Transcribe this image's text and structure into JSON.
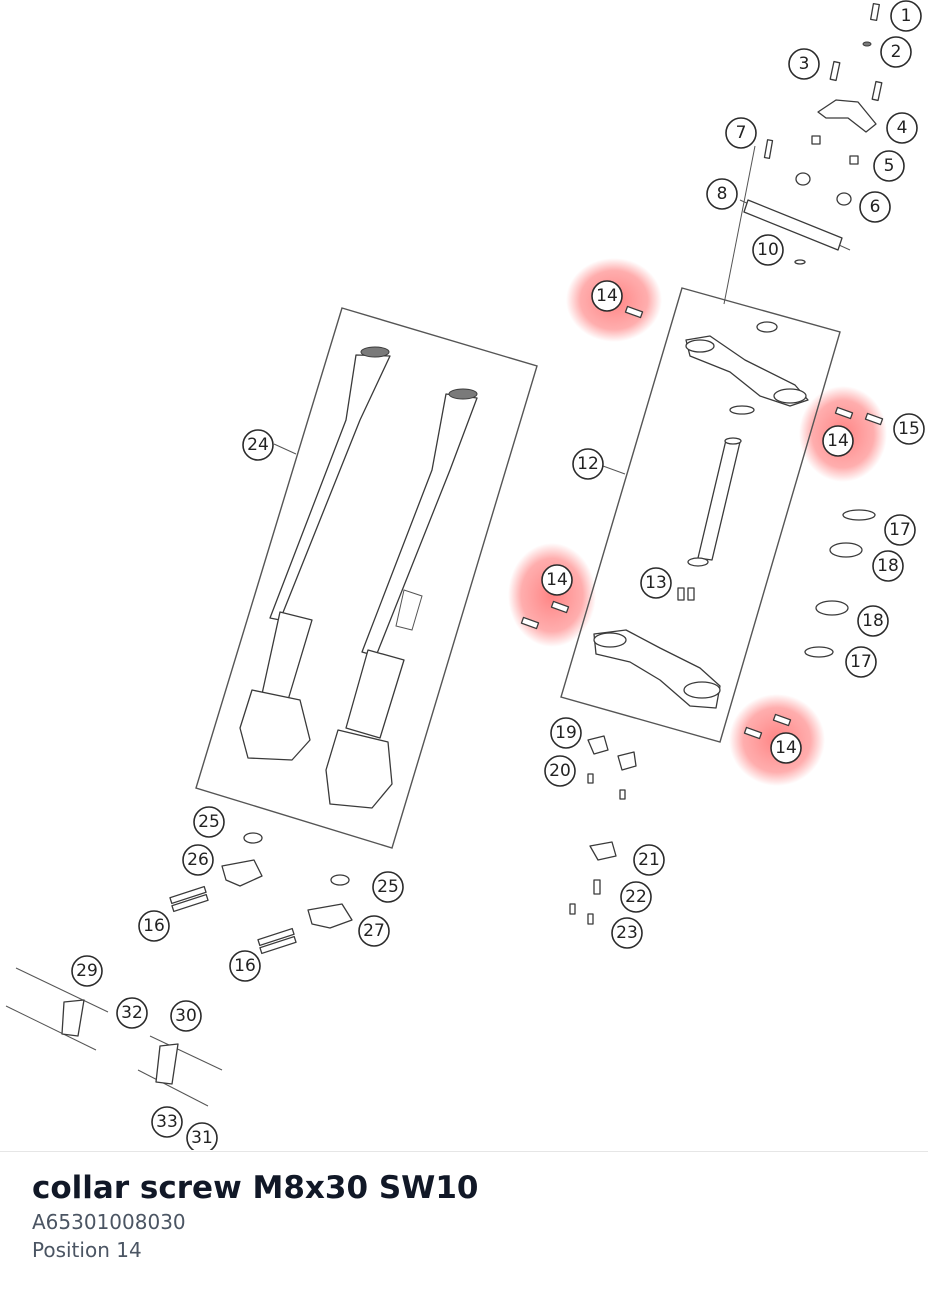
{
  "part": {
    "name": "collar screw M8x30 SW10",
    "number": "A65301008030",
    "position": "Position 14"
  },
  "diagram": {
    "highlight_color": "#ff6b6b",
    "highlighted_label": "14",
    "callouts": {
      "c1": "1",
      "c2": "2",
      "c3": "3",
      "c4": "4",
      "c5": "5",
      "c6": "6",
      "c7": "7",
      "c8": "8",
      "c10": "10",
      "c12": "12",
      "c13": "13",
      "c14a": "14",
      "c14b": "14",
      "c14c": "14",
      "c14d": "14",
      "c15": "15",
      "c16a": "16",
      "c16b": "16",
      "c17a": "17",
      "c17b": "17",
      "c18a": "18",
      "c18b": "18",
      "c19": "19",
      "c20": "20",
      "c21": "21",
      "c22": "22",
      "c23": "23",
      "c24": "24",
      "c25a": "25",
      "c25b": "25",
      "c26": "26",
      "c27": "27",
      "c29": "29",
      "c30": "30",
      "c31": "31",
      "c32": "32",
      "c33": "33"
    }
  }
}
